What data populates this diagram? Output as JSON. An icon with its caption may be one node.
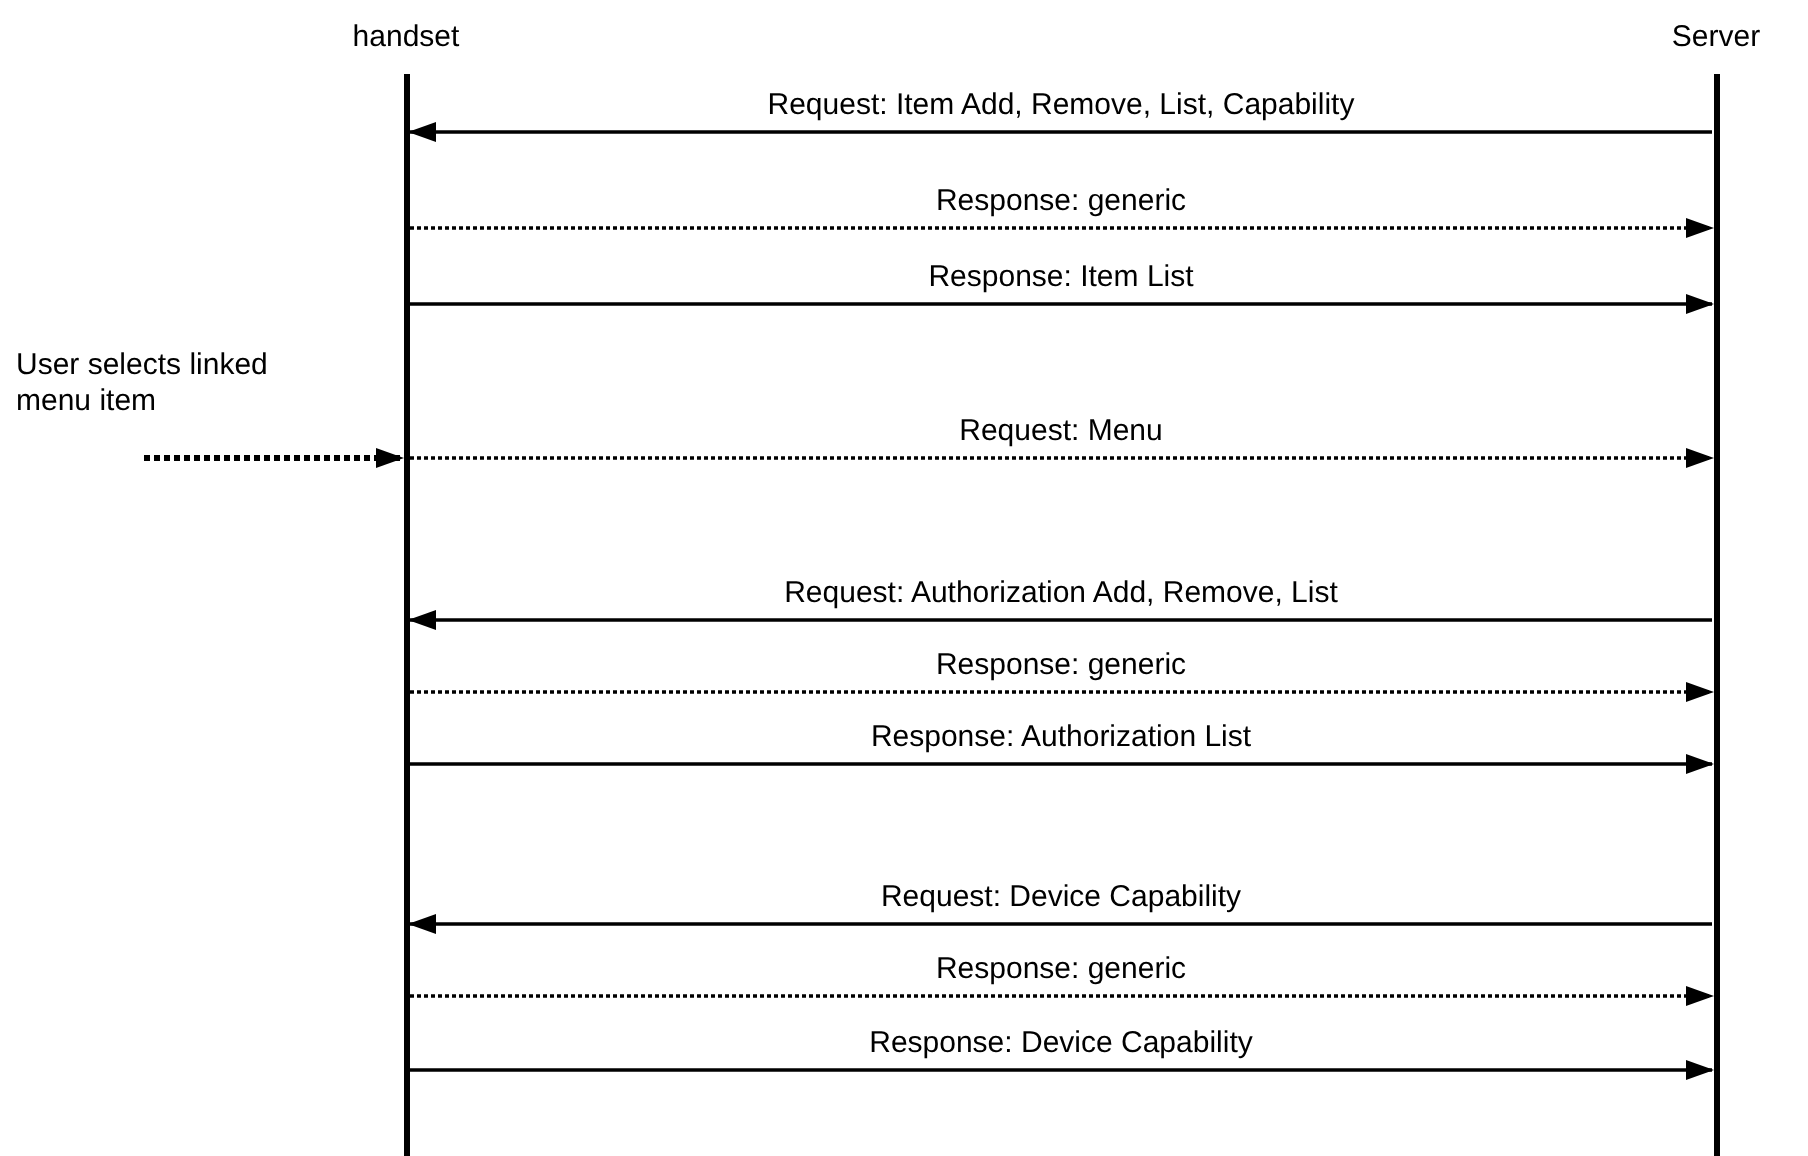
{
  "diagram": {
    "nodes": [
      {
        "text": [
          "handset"
        ]
      },
      {
        "text": [
          "Server"
        ]
      },
      {
        "text": [
          "User selects linked menu item"
        ]
      }
    ],
    "edges": [
      {
        "from": 1,
        "to": 0,
        "arrow": "to",
        "label": "Request: Item Add, Remove, List, Capability"
      },
      {
        "from": 0,
        "to": 1,
        "arrow": "to",
        "label": "Response: generic",
        "style": "dashed"
      },
      {
        "from": 0,
        "to": 1,
        "arrow": "to",
        "label": "Response: Item List"
      },
      {
        "from": 2,
        "to": 0,
        "arrow": "to",
        "style": "dashed"
      },
      {
        "from": 0,
        "to": 1,
        "arrow": "to",
        "label": "Request: Menu",
        "style": "dashed"
      },
      {
        "from": 1,
        "to": 0,
        "arrow": "to",
        "label": "Request: Authorization Add, Remove, List"
      },
      {
        "from": 0,
        "to": 1,
        "arrow": "to",
        "label": "Response: generic",
        "style": "dashed"
      },
      {
        "from": 0,
        "to": 1,
        "arrow": "to",
        "label": "Response: Authorization List"
      },
      {
        "from": 1,
        "to": 0,
        "arrow": "to",
        "label": "Request: Device Capability"
      },
      {
        "from": 0,
        "to": 1,
        "arrow": "to",
        "label": "Response: generic",
        "style": "dashed"
      },
      {
        "from": 0,
        "to": 1,
        "arrow": "to",
        "label": "Response: Device Capability"
      }
    ]
  }
}
